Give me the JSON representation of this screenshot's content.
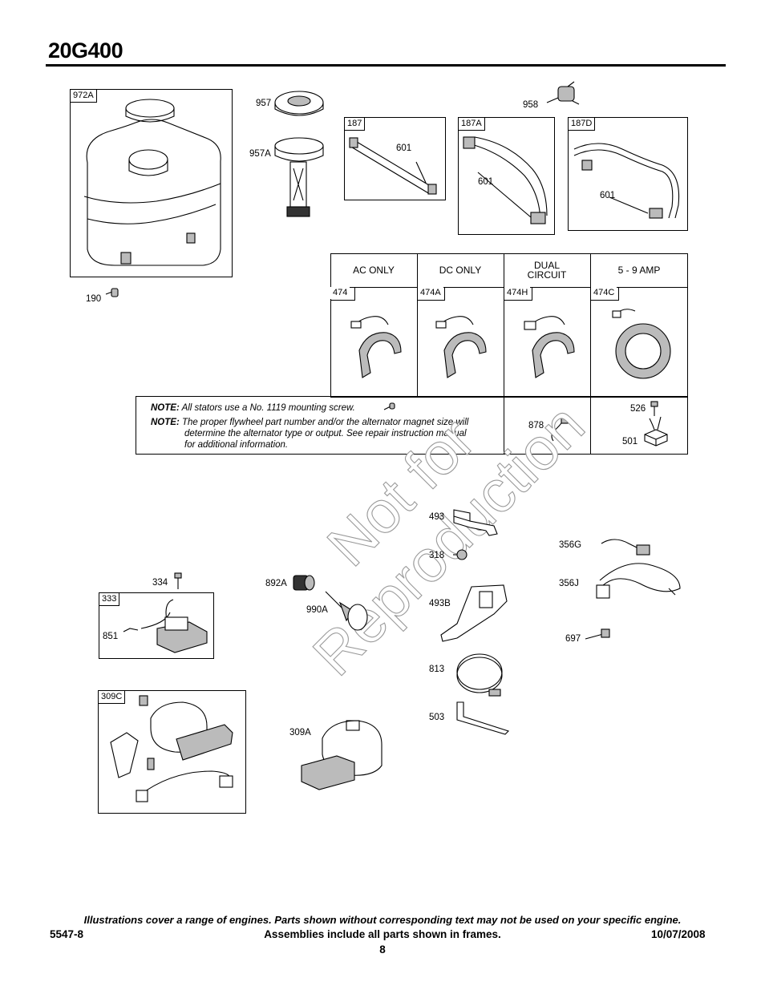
{
  "header": {
    "title": "20G400"
  },
  "frames": {
    "f972A": "972A",
    "f187": "187",
    "f187A": "187A",
    "f187D": "187D",
    "f474": "474",
    "f474A": "474A",
    "f474H": "474H",
    "f474C": "474C",
    "f333": "333",
    "f309C": "309C"
  },
  "stator_table": {
    "headers": [
      "AC ONLY",
      "DC ONLY",
      "DUAL\nCIRCUIT",
      "5 - 9 AMP"
    ],
    "h0": "AC ONLY",
    "h1": "DC ONLY",
    "h2a": "DUAL",
    "h2b": "CIRCUIT",
    "h3": "5 - 9 AMP"
  },
  "notes": {
    "label1": "NOTE:",
    "text1": "All stators use a No. 1119 mounting screw.",
    "label2": "NOTE:",
    "text2a": "The proper flywheel part number and/or the alternator magnet size will",
    "text2b": "determine the alternator type or output. See repair instruction manual",
    "text2c": "for additional information."
  },
  "part_labels": {
    "p957": "957",
    "p957A": "957A",
    "p958": "958",
    "p601a": "601",
    "p601b": "601",
    "p601c": "601",
    "p190": "190",
    "p878": "878",
    "p526": "526",
    "p501": "501",
    "p493": "493",
    "p318": "318",
    "p493B": "493B",
    "p813": "813",
    "p503": "503",
    "p356G": "356G",
    "p356J": "356J",
    "p697": "697",
    "p334": "334",
    "p851": "851",
    "p892A": "892A",
    "p990A": "990A",
    "p309A": "309A"
  },
  "watermark": {
    "line1": "Not for",
    "line2": "Reproduction"
  },
  "footer": {
    "disclaimer": "Illustrations cover a range of engines. Parts shown without corresponding text may not be used on your specific engine.",
    "doc_number": "5547-8",
    "assemblies": "Assemblies include all parts shown in frames.",
    "date": "10/07/2008",
    "page": "8"
  }
}
